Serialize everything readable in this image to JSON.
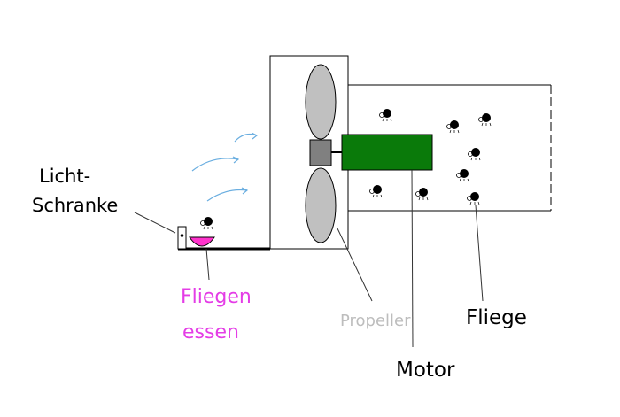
{
  "labels": {
    "lichtschranke_line1": "Licht-",
    "lichtschranke_line2": "Schranke",
    "fliegen_essen_line1": "Fliegen",
    "fliegen_essen_line2": "essen",
    "propeller": "Propeller",
    "motor": "Motor",
    "fliege": "Fliege"
  },
  "colors": {
    "outline": "#000000",
    "propeller_blade": "#c0c0c0",
    "motor_body": "#0a7a0a",
    "motor_hub": "#808080",
    "food_bowl": "#ff33cc",
    "airflow": "#6aaee0",
    "propeller_label": "#bdbdbd",
    "fliegen_essen_label": "#e43de6",
    "leader_line": "#333333"
  }
}
